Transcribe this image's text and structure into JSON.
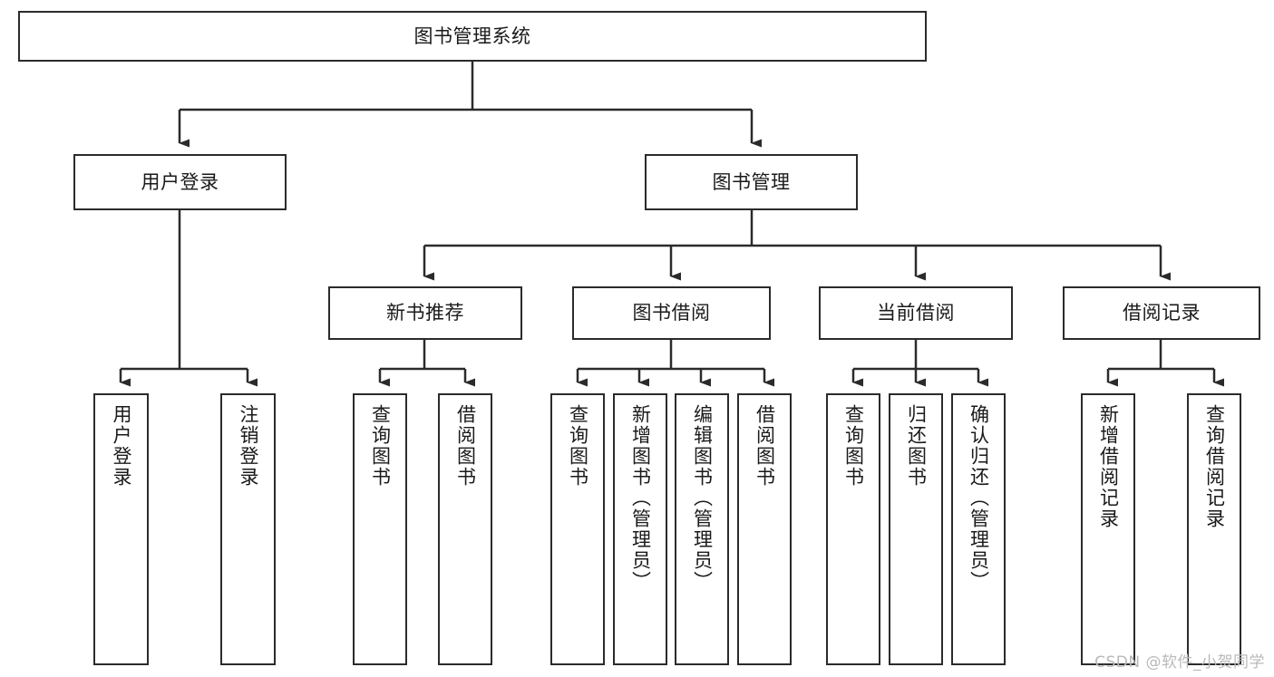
{
  "diagram": {
    "type": "tree",
    "title": "图书管理系统",
    "colors": {
      "stroke": "#2b2b2b",
      "fill": "#ffffff",
      "text": "#1a1a1a",
      "watermark": "#b9b9b9"
    },
    "root": {
      "label": "图书管理系统"
    },
    "level2": [
      {
        "label": "用户登录"
      },
      {
        "label": "图书管理"
      }
    ],
    "level3": [
      {
        "label": "新书推荐"
      },
      {
        "label": "图书借阅"
      },
      {
        "label": "当前借阅"
      },
      {
        "label": "借阅记录"
      }
    ],
    "leaves": {
      "user_login": [
        {
          "label": "用户登录"
        },
        {
          "label": "注销登录"
        }
      ],
      "new_book": [
        {
          "label": "查询图书"
        },
        {
          "label": "借阅图书"
        }
      ],
      "book_borrow": [
        {
          "label": "查询图书"
        },
        {
          "label": "新增图书（管理员）"
        },
        {
          "label": "编辑图书（管理员）"
        },
        {
          "label": "借阅图书"
        }
      ],
      "current_borrow": [
        {
          "label": "查询图书"
        },
        {
          "label": "归还图书"
        },
        {
          "label": "确认归还（管理员）"
        }
      ],
      "borrow_record": [
        {
          "label": "新增借阅记录"
        },
        {
          "label": "查询借阅记录"
        }
      ]
    }
  },
  "watermark": {
    "text": "CSDN @软件_小贺同学"
  }
}
